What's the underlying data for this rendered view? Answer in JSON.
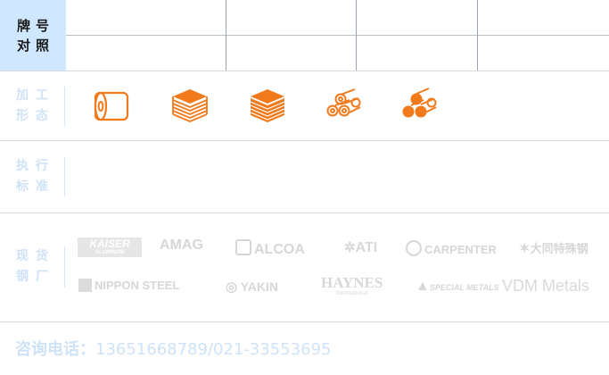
{
  "grade": {
    "label_top": "牌号",
    "label_bottom": "对照"
  },
  "processing": {
    "label_top": "加工",
    "label_bottom": "形态",
    "icons": [
      "roll-icon",
      "sheet-stack-outline-icon",
      "sheet-stack-filled-icon",
      "bar-bundle-outline-icon",
      "bar-bundle-filled-icon"
    ]
  },
  "standard": {
    "label_top": "执行",
    "label_bottom": "标准"
  },
  "mills": {
    "label_top": "现货",
    "label_bottom": "钢厂",
    "logos": [
      "KAISER",
      "AMAG",
      "ALCOA",
      "ATI",
      "CARPENTER",
      "大同特殊钢",
      "NIPPON STEEL",
      "YAKIN",
      "HAYNES",
      "SPECIAL METALS",
      "VDM Metals"
    ],
    "logo_sub": {
      "kaiser": "ALUMINUM",
      "haynes": "International"
    }
  },
  "footer": {
    "label": "咨询电话：",
    "phone": "13651668789/021-33553695"
  },
  "colors": {
    "accent": "#f07a1c",
    "label_bg": "#cfe7ff",
    "label_text": "#cfe3f7",
    "logo_gray": "#d7d7d7"
  }
}
